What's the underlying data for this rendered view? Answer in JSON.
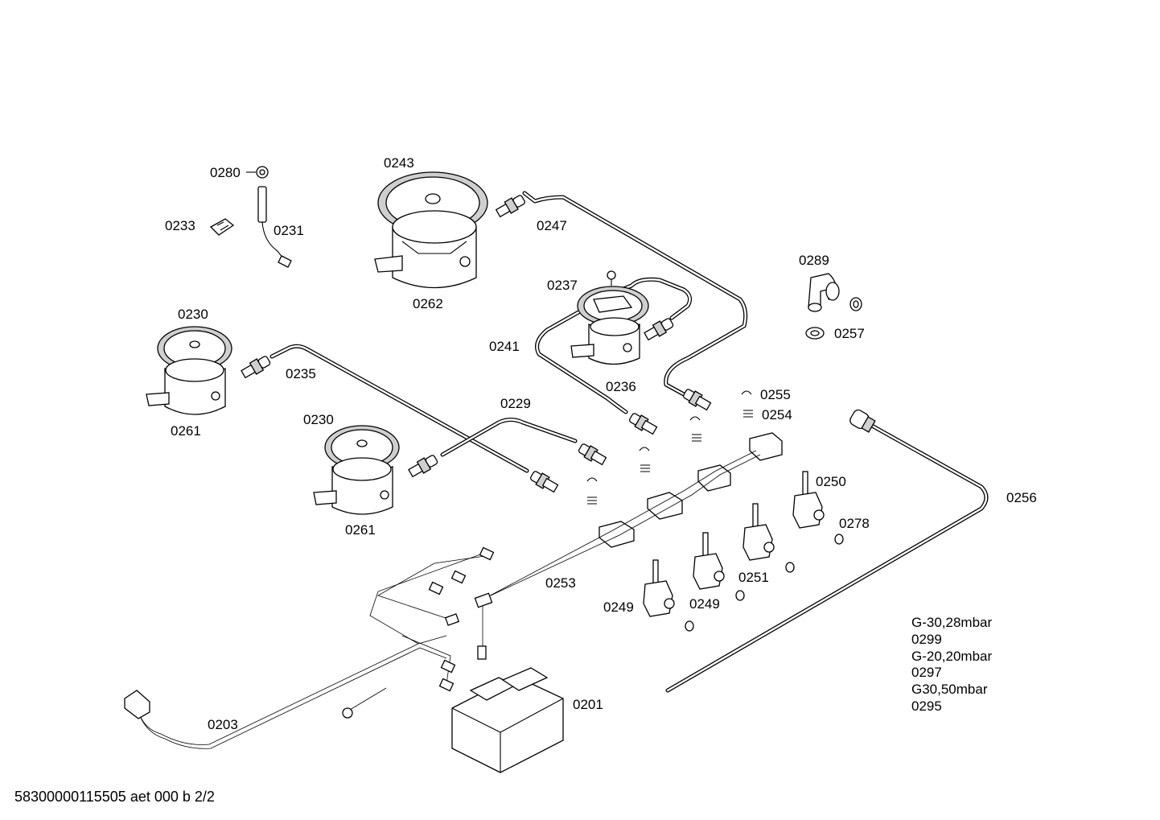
{
  "labels": {
    "l0280": "0280",
    "l0233": "0233",
    "l0231": "0231",
    "l0243": "0243",
    "l0247": "0247",
    "l0262": "0262",
    "l0289": "0289",
    "l0257": "0257",
    "l0237": "0237",
    "l0241": "0241",
    "l0236": "0236",
    "l0230a": "0230",
    "l0235": "0235",
    "l0261a": "0261",
    "l0230b": "0230",
    "l0229": "0229",
    "l0261b": "0261",
    "l0255": "0255",
    "l0254": "0254",
    "l0250": "0250",
    "l0256": "0256",
    "l0278": "0278",
    "l0251": "0251",
    "l0253": "0253",
    "l0249a": "0249",
    "l0249b": "0249",
    "l0201": "0201",
    "l0203": "0203"
  },
  "gas_notes": [
    "G-30,28mbar",
    "0299",
    "G-20,20mbar",
    "0297",
    "G30,50mbar",
    "0295"
  ],
  "footer": "58300000115505 aet 000 b 2/2"
}
